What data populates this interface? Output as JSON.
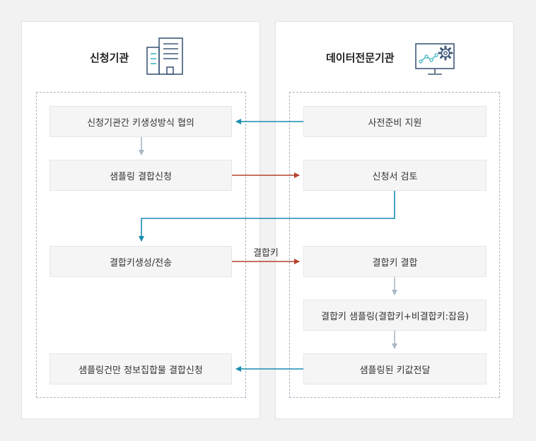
{
  "left_panel": {
    "title": "신청기관",
    "icon": "building-icon"
  },
  "right_panel": {
    "title": "데이터전문기관",
    "icon": "monitor-gear-icon"
  },
  "left_steps": [
    "신청기관간 키생성방식 협의",
    "샘플링 결합신청",
    "결합키생성/전송",
    "샘플링건만 정보집합물 결합신청"
  ],
  "right_steps": [
    "사전준비 지원",
    "신청서 검토",
    "결합키 결합",
    "결합키 샘플링(결합키+비결합키:잡음)",
    "샘플링된 키값전달"
  ],
  "arrow_label": "결합키",
  "colors": {
    "teal": "#1a8cb0",
    "red": "#b6412b",
    "gray": "#a9b7c6",
    "icon_blue": "#3f5a7a",
    "icon_teal": "#3bb5c0"
  }
}
